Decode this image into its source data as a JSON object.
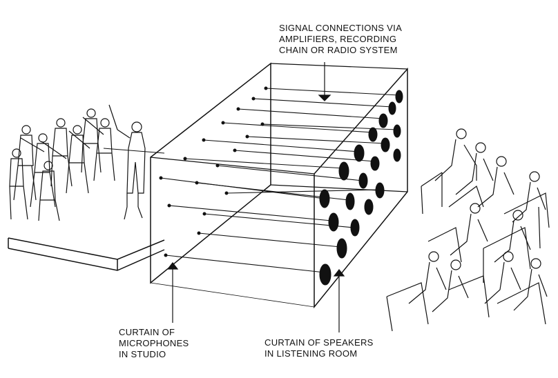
{
  "labels": {
    "signal": [
      "SIGNAL CONNECTIONS VIA",
      "AMPLIFIERS, RECORDING",
      "CHAIN OR RADIO SYSTEM"
    ],
    "microphones": [
      "CURTAIN OF",
      "MICROPHONES",
      "IN STUDIO"
    ],
    "speakers": [
      "CURTAIN OF SPEAKERS",
      "IN LISTENING ROOM"
    ]
  },
  "colors": {
    "ink": "#111111",
    "paper": "#ffffff"
  }
}
